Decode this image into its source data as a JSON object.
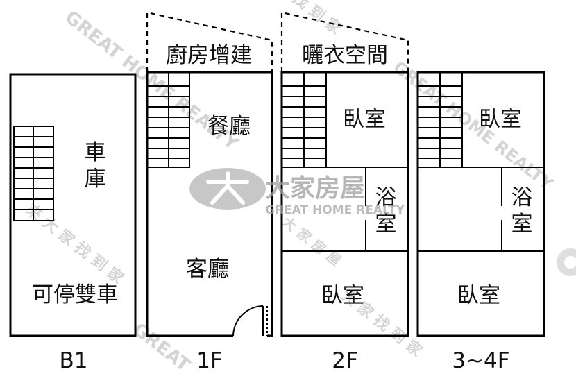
{
  "floors": [
    {
      "label": "B1",
      "rooms": {
        "garage_line1": "車",
        "garage_line2": "庫",
        "parking": "可停雙車"
      }
    },
    {
      "label": "1F",
      "rooms": {
        "kitchen_extension": "廚房增建",
        "dining": "餐廳",
        "living": "客廳"
      }
    },
    {
      "label": "2F",
      "rooms": {
        "laundry": "曬衣空間",
        "bedroom_top": "臥室",
        "bath_line1": "浴",
        "bath_line2": "室",
        "bedroom_bottom": "臥室"
      }
    },
    {
      "label": "3~4F",
      "rooms": {
        "bedroom_top": "臥室",
        "bath_line1": "浴",
        "bath_line2": "室",
        "bedroom_bottom": "臥室"
      }
    }
  ],
  "watermark": {
    "brand_cn": "大家房屋",
    "brand_en": "GREAT HOME REALTY",
    "diag_en": "GREAT HOME REALTY",
    "diag_cn_1": "來 大 家 找 到 家",
    "diag_cn_2": "找 到 家",
    "diag_cn_3": "大 家 房 屋",
    "diag_cn_4": "大 家 找 到 家",
    "corner_en": "GREAT"
  }
}
